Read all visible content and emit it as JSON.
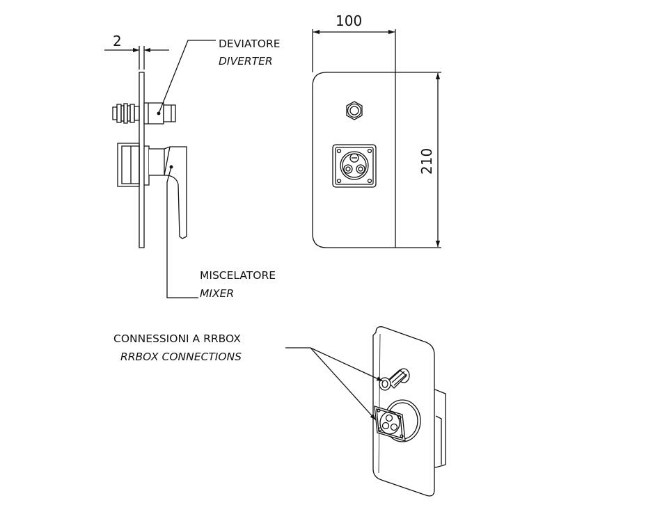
{
  "dimensions": {
    "panel_thickness": "2",
    "panel_width": "100",
    "panel_height": "210"
  },
  "labels": {
    "diverter_it": "DEVIATORE",
    "diverter_en": "DIVERTER",
    "mixer_it": "MISCELATORE",
    "mixer_en": "MIXER",
    "connections_it": "CONNESSIONI A RRBOX",
    "connections_en": "RRBOX CONNECTIONS"
  },
  "colors": {
    "line": "#111111",
    "background": "#ffffff"
  }
}
